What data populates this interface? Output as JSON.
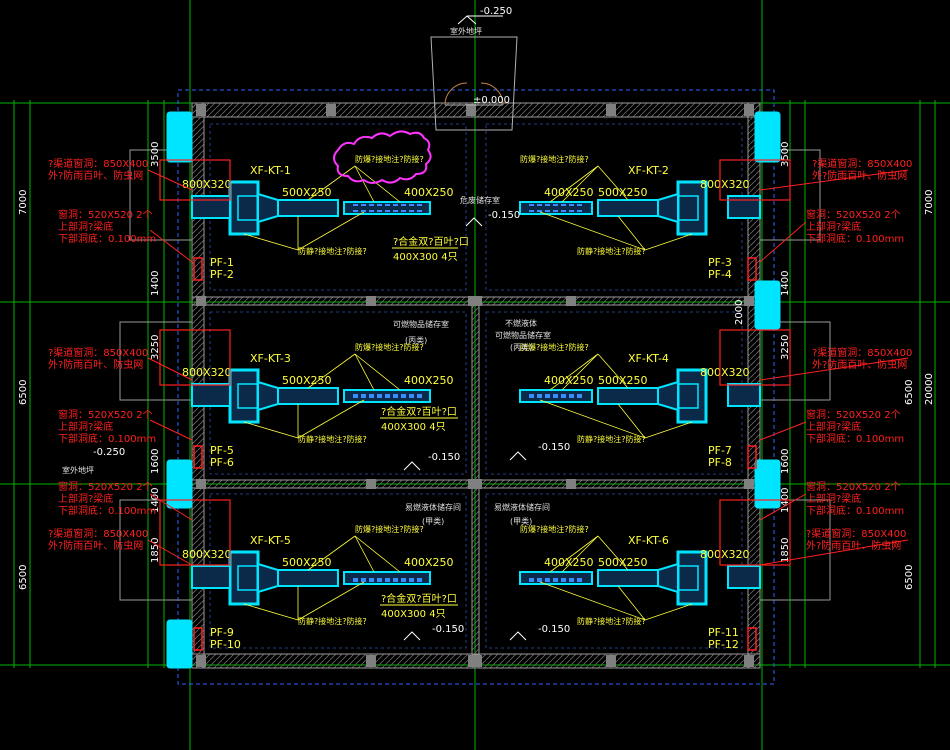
{
  "colors": {
    "background": "#000000",
    "grid": "#00b400",
    "wall": "#9a9a9a",
    "duct": "#00e5ff",
    "duct_fill": "#0b2a4a",
    "text_red": "#ff2020",
    "text_yellow": "#ffff3c",
    "text_white": "#e0e0e0",
    "magenta": "#ff33ff",
    "blue_dash": "#3060ff"
  },
  "elevations": {
    "top": "-0.250",
    "entry": "±0.000",
    "room1": "-0.150",
    "left_mid": "-0.250",
    "room3": "-0.150",
    "room4": "-0.150",
    "room5": "-0.150",
    "room6": "-0.150"
  },
  "room_labels": {
    "outside_top": "室外地坪",
    "outside_left": "室外地坪",
    "room1": "危废储存室",
    "room3_line1": "可燃物品储存室",
    "room3_line2": "(丙类)",
    "room4_line1": "不燃液体",
    "room4_line2": "可燃物品储存室",
    "room4_line3": "(丙类)",
    "room5_line1": "易燃液体储存间",
    "room5_line2": "(甲类)",
    "room6_line1": "易燃液体储存间",
    "room6_line2": "(甲类)"
  },
  "units": {
    "kt1": {
      "name": "XF-KT-1",
      "size": "800X320",
      "duct_a": "500X250",
      "duct_b": "400X250",
      "pf_a": "PF-1",
      "pf_b": "PF-2"
    },
    "kt2": {
      "name": "XF-KT-2",
      "size": "800X320",
      "duct_a": "500X250",
      "duct_b": "400X250",
      "pf_a": "PF-3",
      "pf_b": "PF-4"
    },
    "kt3": {
      "name": "XF-KT-3",
      "size": "800X320",
      "duct_a": "500X250",
      "duct_b": "400X250",
      "pf_a": "PF-5",
      "pf_b": "PF-6"
    },
    "kt4": {
      "name": "XF-KT-4",
      "size": "800X320",
      "duct_a": "500X250",
      "duct_b": "400X250",
      "pf_a": "PF-7",
      "pf_b": "PF-8"
    },
    "kt5": {
      "name": "XF-KT-5",
      "size": "800X320",
      "duct_a": "500X250",
      "duct_b": "400X250",
      "pf_a": "PF-9",
      "pf_b": "PF-10"
    },
    "kt6": {
      "name": "XF-KT-6",
      "size": "800X320",
      "duct_a": "500X250",
      "duct_b": "400X250",
      "pf_a": "PF-11",
      "pf_b": "PF-12"
    }
  },
  "notes": {
    "vent_top": "防爆?接地注?防接?",
    "vent_bottom": "防静?接地注?防接?",
    "grille_spec": "?合金双?百叶?口",
    "grille_size": "400X300  4只",
    "louver_spec": "?渠道窗洞：850X400",
    "louver_detail": "外?防雨百叶、防虫网",
    "opening_spec": "窗洞：520X520  2个",
    "opening_sill": "上部洞?梁底",
    "opening_bottom": "下部洞底：0.100mm"
  },
  "dims": {
    "left_3500": "3500",
    "left_1400a": "1400",
    "left_3250": "3250",
    "left_1600": "1600",
    "left_1400b": "1400",
    "left_1850": "1850",
    "outer_7000": "7000",
    "outer_6500a": "6500",
    "outer_6500b": "6500",
    "right_3500": "3500",
    "right_1400a": "1400",
    "right_3250": "3250",
    "right_1600": "1600",
    "right_1400b": "1400",
    "right_1850": "1850",
    "right_7000": "7000",
    "right_6500a": "6500",
    "right_20000": "20000",
    "right_6500b": "6500",
    "center_2000": "2000"
  }
}
